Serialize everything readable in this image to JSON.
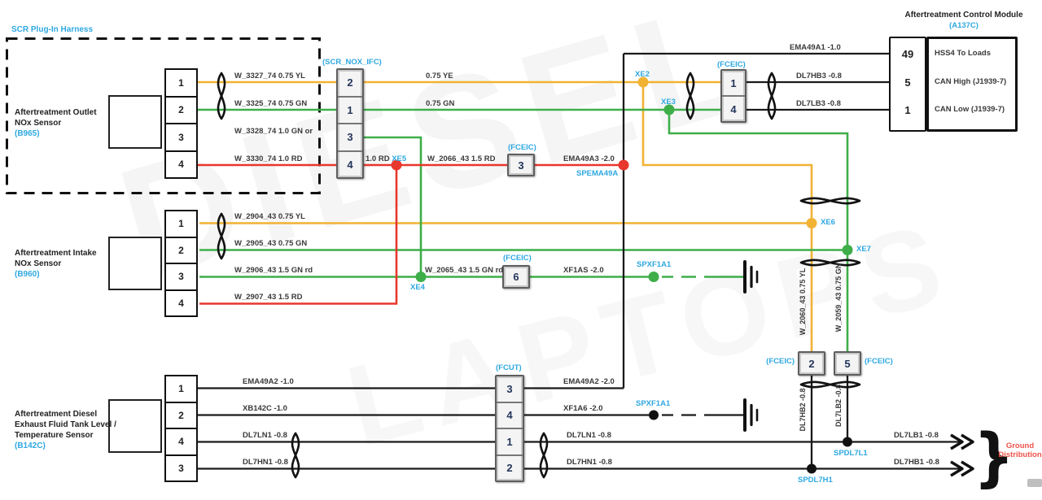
{
  "harness": {
    "label": "SCR Plug-In Harness"
  },
  "sensors": {
    "outlet": {
      "name1": "Aftertreatment Outlet",
      "name2": "NOx Sensor",
      "id": "(B965)",
      "pins": [
        "1",
        "2",
        "3",
        "4"
      ],
      "wires": [
        "W_3327_74 0.75 YL",
        "W_3325_74 0.75 GN",
        "W_3328_74 1.0 GN or",
        "W_3330_74 1.0 RD"
      ]
    },
    "intake": {
      "name1": "Aftertreatment Intake",
      "name2": "NOx Sensor",
      "id": "(B960)",
      "pins": [
        "1",
        "2",
        "3",
        "4"
      ],
      "wires": [
        "W_2904_43 0.75 YL",
        "W_2905_43 0.75 GN",
        "W_2906_43 1.5 GN rd",
        "W_2907_43 1.5 RD"
      ]
    },
    "eft": {
      "name1": "Aftertreatment Diesel",
      "name2": "Exhaust Fluid Tank Level /",
      "name3": "Temperature Sensor",
      "id": "(B142C)",
      "pins": [
        "1",
        "2",
        "4",
        "3"
      ],
      "wires": [
        "EMA49A2 -1.0",
        "XB142C -1.0",
        "DL7LN1 -0.8",
        "DL7HN1 -0.8"
      ]
    }
  },
  "connectors": {
    "scr_nox_ifc": {
      "label": "(SCR_NOX_IFC)",
      "pins": [
        "2",
        "1",
        "3",
        "4"
      ]
    },
    "fceic_top": {
      "label": "(FCEIC)",
      "pins": [
        "1",
        "4"
      ]
    },
    "fceic_3": {
      "label": "(FCEIC)",
      "pin": "3"
    },
    "fceic_6": {
      "label": "(FCEIC)",
      "pin": "6"
    },
    "fceic_2": {
      "label": "(FCEIC)",
      "pin": "2"
    },
    "fceic_5": {
      "label": "(FCEIC)",
      "pin": "5"
    },
    "fcut": {
      "label": "(FCUT)",
      "pins": [
        "3",
        "4",
        "1",
        "2"
      ]
    }
  },
  "module": {
    "title": "Aftertreatment Control Module",
    "id": "(A137C)",
    "pins": [
      {
        "num": "49",
        "label": "HSS4 To Loads"
      },
      {
        "num": "5",
        "label": "CAN High (J1939-7)"
      },
      {
        "num": "1",
        "label": "CAN Low (J1939-7)"
      }
    ]
  },
  "wire_labels": {
    "ye_075": "0.75 YE",
    "gn_075": "0.75 GN",
    "rd_10": "1.0 RD",
    "w2066": "W_2066_43 1.5 RD",
    "ema49a3": "EMA49A3 -2.0",
    "ema49a1": "EMA49A1 -1.0",
    "dl7hb3": "DL7HB3 -0.8",
    "dl7lb3": "DL7LB3 -0.8",
    "w2065": "W_2065_43 1.5 GN rd",
    "xf1as": "XF1AS -2.0",
    "w2060": "W_2060_43 0.75 YL",
    "w2059": "W_2059_43 0.75 GN",
    "dl7hb2": "DL7HB2 -0.8",
    "dl7lb2": "DL7LB2 -0.8",
    "ema49a2_2": "EMA49A2 -2.0",
    "xf1a6": "XF1A6 -2.0",
    "dl7ln1": "DL7LN1 -0.8",
    "dl7hn1": "DL7HN1 -0.8",
    "dl7lb1": "DL7LB1 -0.8",
    "dl7hb1": "DL7HB1 -0.8"
  },
  "junctions": {
    "xe2": "XE2",
    "xe3": "XE3",
    "xe4": "XE4",
    "xe5": "XE5",
    "xe6": "XE6",
    "xe7": "XE7",
    "spema49a": "SPEMA49A",
    "spxf1a1_top": "SPXF1A1",
    "spxf1a1_bottom": "SPXF1A1",
    "spdl7l1": "SPDL7L1",
    "spdl7h1": "SPDL7H1"
  },
  "ground": {
    "line1": "Ground",
    "line2": "Distribution",
    "brace": "}"
  },
  "watermark": {
    "line1": "DIESEL",
    "line2": "LAPTOPS"
  },
  "colors": {
    "wire_yellow": "#F2B234",
    "wire_green": "#3EAE49",
    "wire_red": "#E8372C",
    "wire_black": "#1A1A1A",
    "label_blue": "#2FA8E1",
    "ground_text_red": "#F0524A"
  }
}
